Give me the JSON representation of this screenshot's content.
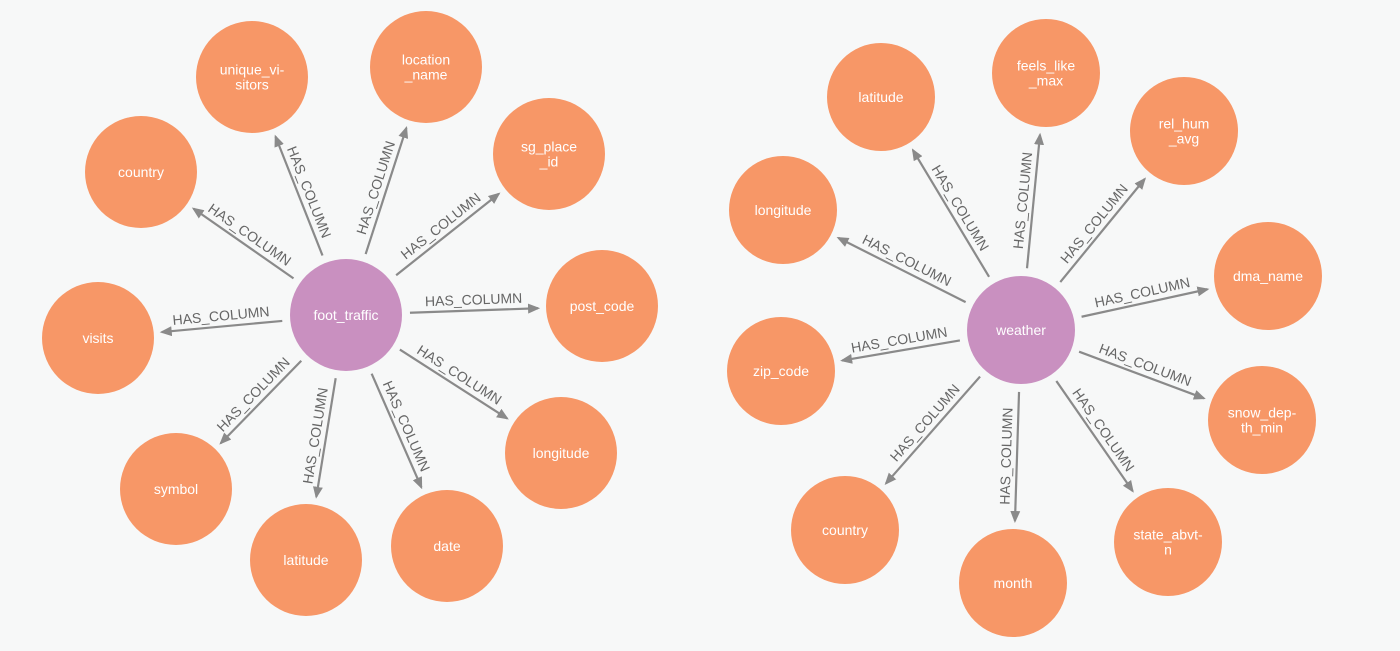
{
  "colors": {
    "center_node": "#c990c0",
    "leaf_node": "#f79767",
    "edge": "#8a8a8a",
    "background": "#f7f8f8"
  },
  "graphs": [
    {
      "center": {
        "id": "ft",
        "label_lines": [
          "foot_traffic"
        ]
      },
      "edge_label": "HAS_COLUMN",
      "leaves": [
        {
          "id": "ft-unique",
          "label_lines": [
            "unique_vi-",
            "sitors"
          ]
        },
        {
          "id": "ft-locname",
          "label_lines": [
            "location",
            "_name"
          ]
        },
        {
          "id": "ft-sgplace",
          "label_lines": [
            "sg_place",
            "_id"
          ]
        },
        {
          "id": "ft-postcode",
          "label_lines": [
            "post_code"
          ]
        },
        {
          "id": "ft-longitude",
          "label_lines": [
            "longitude"
          ]
        },
        {
          "id": "ft-date",
          "label_lines": [
            "date"
          ]
        },
        {
          "id": "ft-latitude",
          "label_lines": [
            "latitude"
          ]
        },
        {
          "id": "ft-symbol",
          "label_lines": [
            "symbol"
          ]
        },
        {
          "id": "ft-visits",
          "label_lines": [
            "visits"
          ]
        },
        {
          "id": "ft-country",
          "label_lines": [
            "country"
          ]
        }
      ]
    },
    {
      "center": {
        "id": "wx",
        "label_lines": [
          "weather"
        ]
      },
      "edge_label": "HAS_COLUMN",
      "leaves": [
        {
          "id": "wx-latitude",
          "label_lines": [
            "latitude"
          ]
        },
        {
          "id": "wx-feels",
          "label_lines": [
            "feels_like",
            "_max"
          ]
        },
        {
          "id": "wx-relhum",
          "label_lines": [
            "rel_hum",
            "_avg"
          ]
        },
        {
          "id": "wx-dma",
          "label_lines": [
            "dma_name"
          ]
        },
        {
          "id": "wx-snow",
          "label_lines": [
            "snow_dep-",
            "th_min"
          ]
        },
        {
          "id": "wx-state",
          "label_lines": [
            "state_abvt-",
            "n"
          ]
        },
        {
          "id": "wx-month",
          "label_lines": [
            "month"
          ]
        },
        {
          "id": "wx-country",
          "label_lines": [
            "country"
          ]
        },
        {
          "id": "wx-zip",
          "label_lines": [
            "zip_code"
          ]
        },
        {
          "id": "wx-longitude",
          "label_lines": [
            "longitude"
          ]
        }
      ]
    }
  ]
}
